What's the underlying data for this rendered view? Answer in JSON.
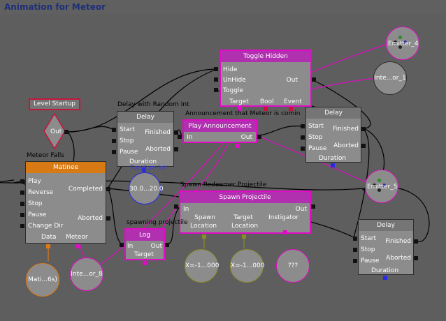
{
  "window": {
    "title": "Animation for Meteor"
  },
  "nodes": {
    "toggle_hidden": {
      "title": "Toggle Hidden",
      "in1": "Hide",
      "in2": "UnHide",
      "in3": "Toggle",
      "out": "Out",
      "v1": "Target",
      "v2": "Bool",
      "v3": "Event"
    },
    "level_startup": {
      "title": "Level Startup",
      "out": "Out"
    },
    "delay_random": {
      "caption": "Delay with Random Int",
      "title": "Delay",
      "in1": "Start",
      "in2": "Stop",
      "in3": "Pause",
      "out1": "Finished",
      "out2": "Aborted",
      "var": "Duration"
    },
    "play_announcement": {
      "caption": "Announcement that Meteor is comin",
      "title": "Play Announcement",
      "in": "In",
      "out": "Out"
    },
    "delay2": {
      "title": "Delay",
      "in1": "Start",
      "in2": "Stop",
      "in3": "Pause",
      "out1": "Finished",
      "out2": "Aborted",
      "var": "Duration"
    },
    "matinee": {
      "caption": "Meteor Falls",
      "title": "Matinee",
      "in1": "Play",
      "in2": "Reverse",
      "in3": "Stop",
      "in4": "Pause",
      "in5": "Change Dir",
      "out1": "Completed",
      "out2": "Aborted",
      "v1": "Data",
      "v2": "Meteor"
    },
    "random_int": {
      "caption": "Random Int",
      "value": "30.0...20.0"
    },
    "spawn_projectile": {
      "caption": "Spawn Redeemer Projectile",
      "title": "Spawn Projectile",
      "in": "In",
      "out": "Out",
      "v1": "Spawn",
      "v1b": "Location",
      "v2": "Target",
      "v2b": "Location",
      "v3": "Instigator"
    },
    "log": {
      "caption": "spawning projectile",
      "title": "Log",
      "in": "In",
      "out": "Out",
      "var": "Target"
    },
    "delay3": {
      "title": "Delay",
      "in1": "Start",
      "in2": "Stop",
      "in3": "Pause",
      "out1": "Finished",
      "out2": "Aborted",
      "var": "Duration"
    }
  },
  "variables": {
    "emitter4": "Emitter_4",
    "inter1": "Inte...or_1",
    "emitter5": "Emitter_5",
    "matinee_data": "Mati...6s)",
    "inter8": "Inte...or_8",
    "vec1": "X=-1...000",
    "vec2": "X=-1...000",
    "unknown": "???"
  },
  "colors": {
    "event_link": "#ffffff",
    "var_link_object": "#e00cc6",
    "var_link_float": "#2a2ae0",
    "var_link_vector": "#8a8a2a",
    "var_link_matinee": "#e07a14",
    "selection": "#e00cc6"
  }
}
